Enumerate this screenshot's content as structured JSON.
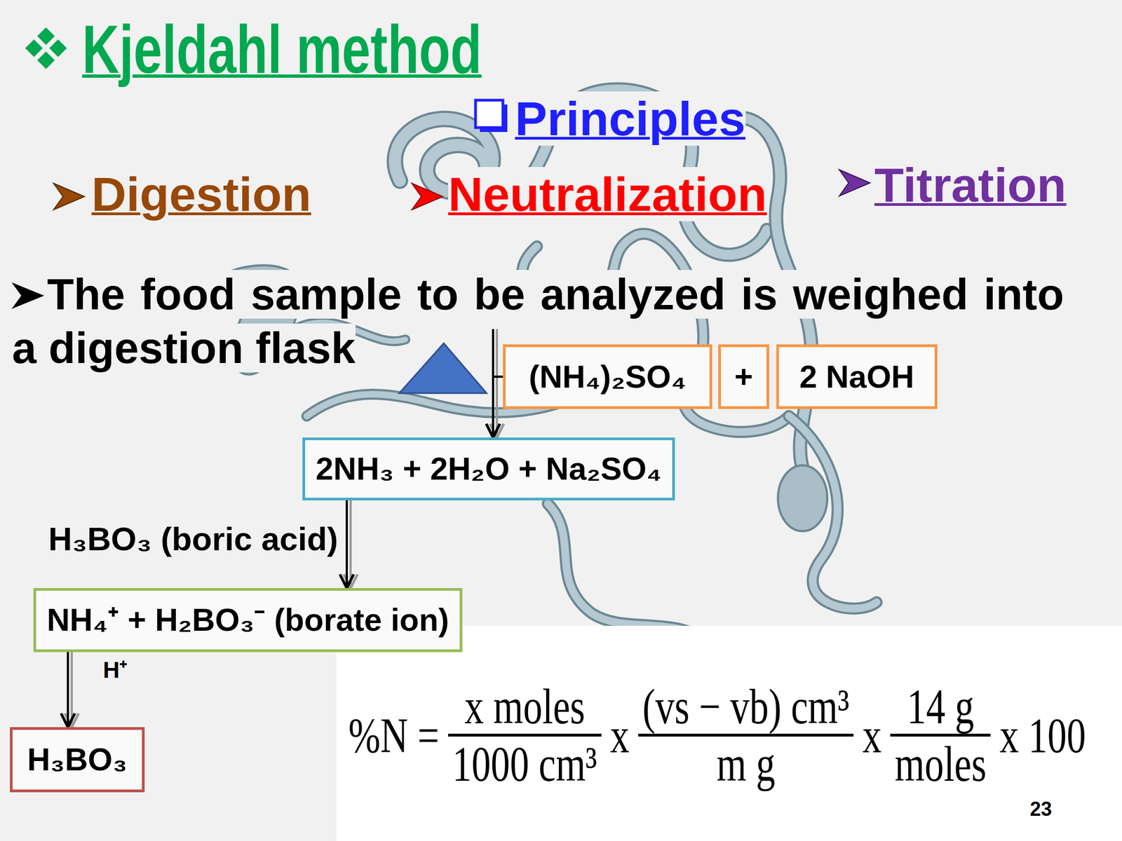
{
  "diagram": {
    "title": "Kjeldahl method",
    "nodes": [
      {
        "text": [
          "(NH₄)₂SO₄"
        ]
      },
      {
        "text": [
          "+"
        ]
      },
      {
        "text": [
          "2 NaOH"
        ]
      },
      {
        "text": [
          "2NH₃ + 2H₂O + Na₂SO₄"
        ]
      },
      {
        "text": [
          "NH₄⁺ + H₂BO₃⁻ (borate ion)"
        ]
      },
      {
        "text": [
          "H₃BO₃"
        ]
      }
    ],
    "edges": [
      {
        "from": 0,
        "to": 3,
        "arrow": "to"
      },
      {
        "from": 3,
        "to": 4,
        "label": "H₃BO₃ (boric acid)",
        "arrow": "to"
      },
      {
        "from": 4,
        "to": 5,
        "label": "H⁺",
        "arrow": "to"
      }
    ],
    "labels": [
      "Principles",
      "Digestion",
      "Neutralization",
      "Titration",
      "The food sample to be analyzed is weighed into a digestion flask",
      "%N =",
      "x moles",
      "1000 cm³",
      "x",
      "(vs − vb) cm³",
      "m g",
      "x",
      "14 g",
      "moles",
      "x 100",
      "23"
    ]
  }
}
